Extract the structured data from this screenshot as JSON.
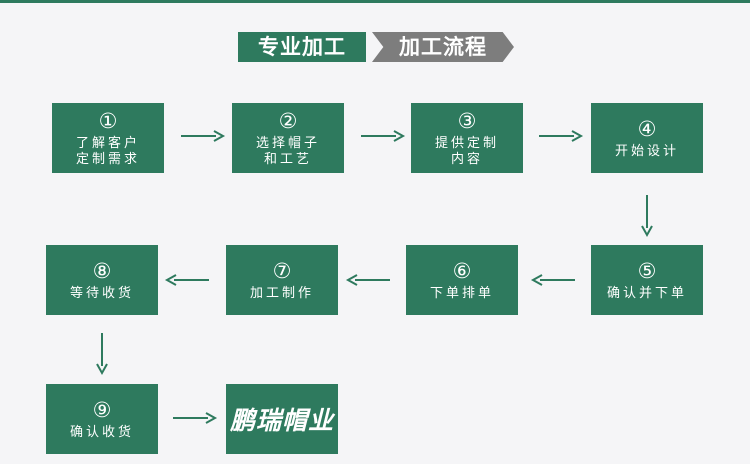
{
  "banner": {
    "left_text": "专业加工",
    "right_text": "加工流程"
  },
  "steps": [
    {
      "num": "①",
      "line1": "了解客户",
      "line2": "定制需求"
    },
    {
      "num": "②",
      "line1": "选择帽子",
      "line2": "和工艺"
    },
    {
      "num": "③",
      "line1": "提供定制",
      "line2": "内容"
    },
    {
      "num": "④",
      "line1": "开始设计",
      "line2": ""
    },
    {
      "num": "⑤",
      "line1": "确认并下单",
      "line2": ""
    },
    {
      "num": "⑥",
      "line1": "下单排单",
      "line2": ""
    },
    {
      "num": "⑦",
      "line1": "加工制作",
      "line2": ""
    },
    {
      "num": "⑧",
      "line1": "等待收货",
      "line2": ""
    },
    {
      "num": "⑨",
      "line1": "确认收货",
      "line2": ""
    }
  ],
  "brand": "鹏瑞帽业",
  "colors": {
    "box": "#2e7a5e",
    "banner_grey": "#7d7d7d",
    "background": "#f5f5f7"
  }
}
